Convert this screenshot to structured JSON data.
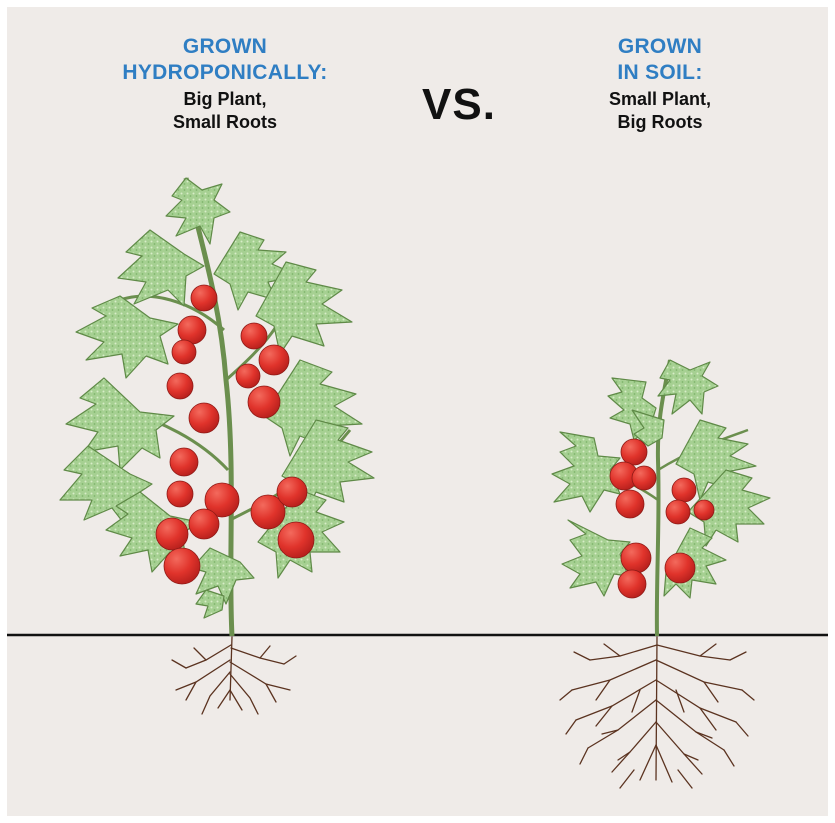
{
  "left_heading": {
    "line1": "GROWN",
    "line2": "HYDROPONICALLY:",
    "line3": "Big Plant,",
    "line4": "Small Roots"
  },
  "vs_label": "VS.",
  "right_heading": {
    "line1": "GROWN",
    "line2": "IN SOIL:",
    "line3": "Small Plant,",
    "line4": "Big Roots"
  },
  "colors": {
    "heading_blue": "#2f7ec3",
    "leaf_green": "#9cc98a",
    "tomato_red": "#e0332b",
    "root_brown": "#5b3320",
    "stem": "#6b8f4e",
    "background": "#efebe8"
  }
}
